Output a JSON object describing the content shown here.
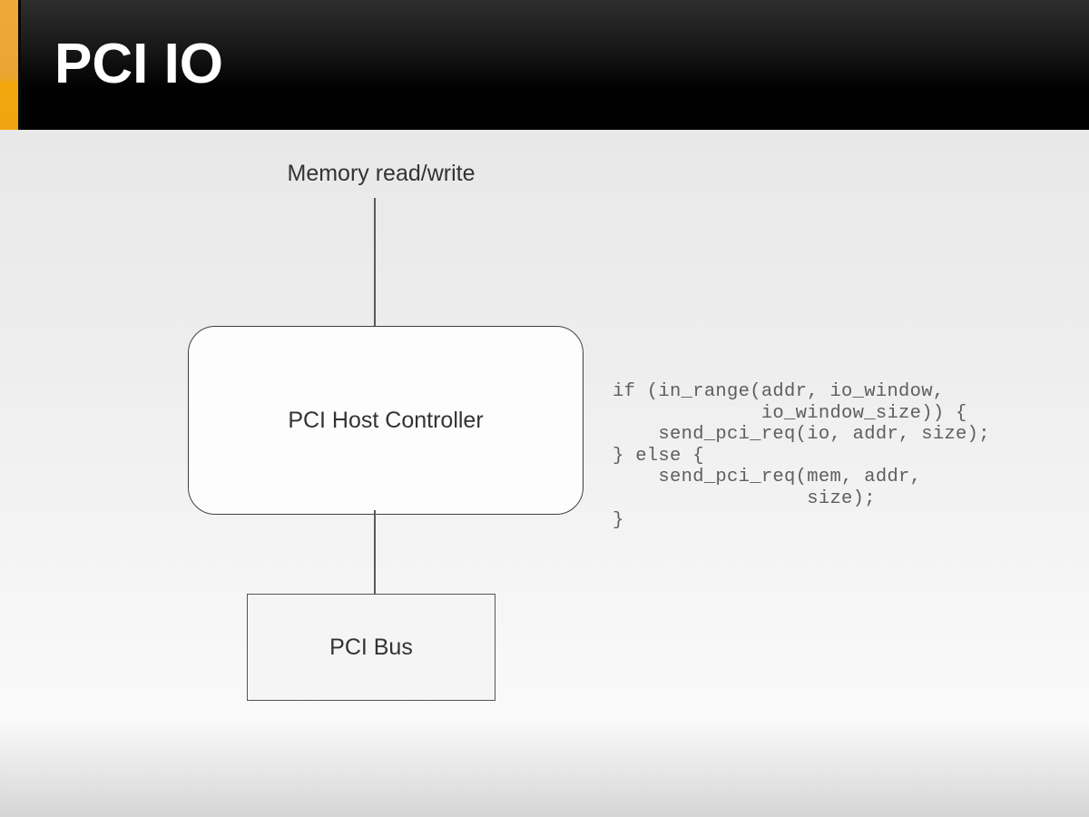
{
  "header": {
    "title": "PCI IO"
  },
  "diagram": {
    "top_label": "Memory read/write",
    "host_label": "PCI Host Controller",
    "bus_label": "PCI Bus"
  },
  "code": {
    "lines": [
      "if (in_range(addr, io_window,",
      "             io_window_size)) {",
      "    send_pci_req(io, addr, size);",
      "} else {",
      "    send_pci_req(mem, addr,",
      "                 size);",
      "}"
    ]
  },
  "colors": {
    "accent_orange": "#f0a71f",
    "header_background": "#000000",
    "title_text": "#ffffff",
    "label_text": "#333333",
    "code_text": "#5e5e5e",
    "connector_line": "#5a5a5a"
  }
}
